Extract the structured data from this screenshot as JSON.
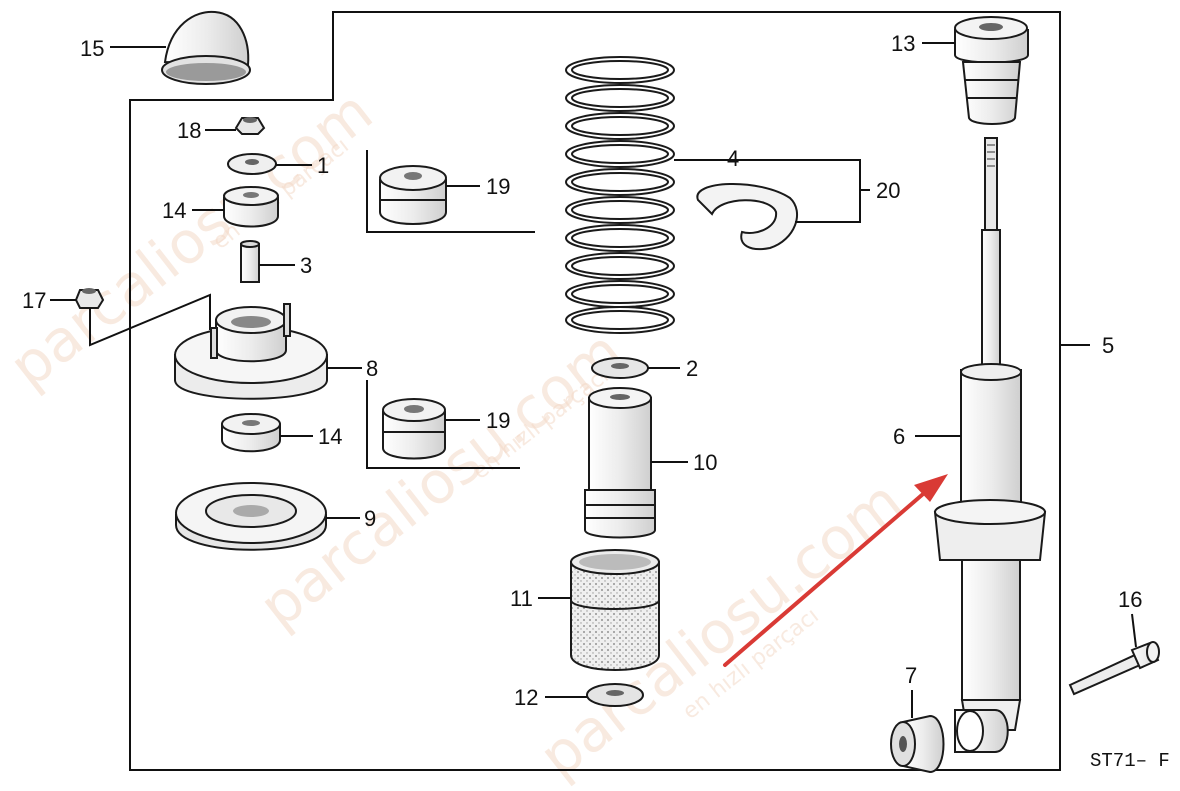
{
  "labels": {
    "p1": "1",
    "p2": "2",
    "p3": "3",
    "p4": "4",
    "p5": "5",
    "p6": "6",
    "p7": "7",
    "p8": "8",
    "p9": "9",
    "p10": "10",
    "p11": "11",
    "p12": "12",
    "p13": "13",
    "p14a": "14",
    "p14b": "14",
    "p15": "15",
    "p16": "16",
    "p17": "17",
    "p18": "18",
    "p19a": "19",
    "p19b": "19",
    "p20": "20"
  },
  "diagram_code": "ST71– F",
  "watermark": {
    "brand": "parcaliosu.com",
    "tagline": "en hızlı parçacı"
  },
  "colors": {
    "arrow": "#d93a35",
    "watermark": "#f3d9c8",
    "line": "#111111",
    "part_fill": "#f4f4f4"
  }
}
